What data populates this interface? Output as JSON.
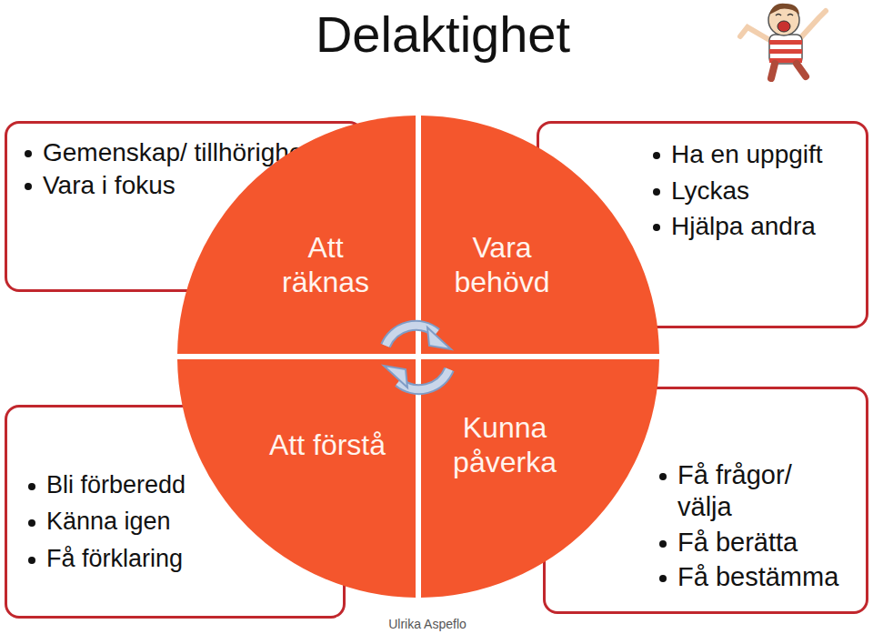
{
  "diagram": {
    "title": "Delaktighet",
    "nodes": [
      {
        "text": [
          "Gemenskap/ tillhörighet",
          "Vara i fokus"
        ]
      },
      {
        "text": [
          "Att räknas"
        ]
      },
      {
        "text": [
          "Vara behövd"
        ]
      },
      {
        "text": [
          "Ha en uppgift",
          "Lyckas",
          "Hjälpa andra"
        ]
      },
      {
        "text": [
          "Bli förberedd",
          "Känna igen",
          "Få förklaring"
        ]
      },
      {
        "text": [
          "Att förstå"
        ]
      },
      {
        "text": [
          "Kunna påverka"
        ]
      },
      {
        "text": [
          "Få frågor/ välja",
          "Få berätta",
          "Få bestämma"
        ]
      }
    ],
    "labels": [
      "Ulrika Aspeflo"
    ]
  }
}
